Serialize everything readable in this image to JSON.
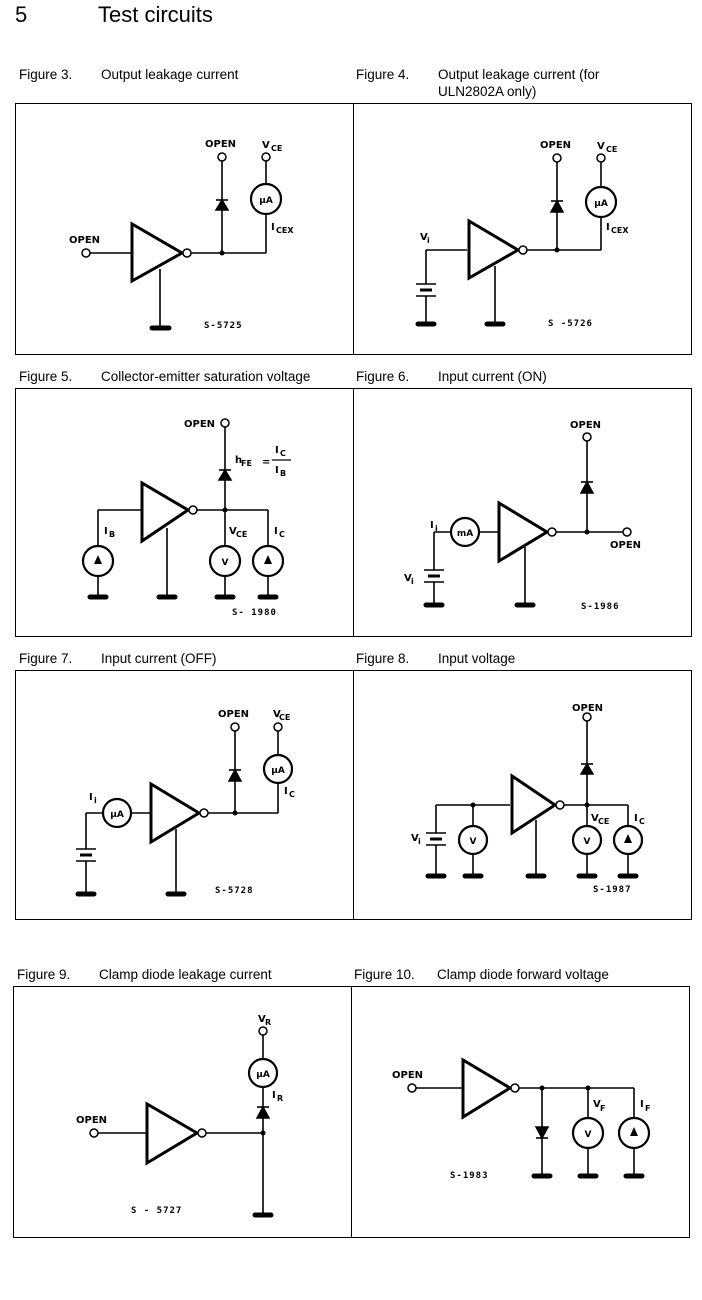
{
  "section": {
    "number": "5",
    "title": "Test circuits"
  },
  "figures": [
    {
      "number": "Figure 3.",
      "title": "Output leakage current",
      "labels": {
        "input": "OPEN",
        "diode_top": "OPEN",
        "supply": "V",
        "supply_sub": "CE",
        "meter": "µA",
        "current": "I",
        "current_sub": "CEX",
        "ref": "S-5725"
      }
    },
    {
      "number": "Figure 4.",
      "title": "Output leakage current (for",
      "title_line2": "ULN2802A only)",
      "labels": {
        "input": "V",
        "input_sub": "i",
        "diode_top": "OPEN",
        "supply": "V",
        "supply_sub": "CE",
        "meter": "µA",
        "current": "I",
        "current_sub": "CEX",
        "ref": "S -5726"
      }
    },
    {
      "number": "Figure 5.",
      "title": "Collector-emitter saturation voltage",
      "labels": {
        "diode_top": "OPEN",
        "hfe": "h",
        "hfe_sub": "FE",
        "eq": "=",
        "num": "I",
        "num_sub": "C",
        "den": "I",
        "den_sub": "B",
        "ib": "I",
        "ib_sub": "B",
        "vce": "V",
        "vce_sub": "CE",
        "ic": "I",
        "ic_sub": "C",
        "voltmeter": "V",
        "ref": "S- 1980"
      }
    },
    {
      "number": "Figure 6.",
      "title": "Input current (ON)",
      "labels": {
        "ii": "I",
        "ii_sub": "i",
        "vi": "V",
        "vi_sub": "i",
        "meter": "mA",
        "diode_top": "OPEN",
        "output": "OPEN",
        "ref": "S-1986"
      }
    },
    {
      "number": "Figure 7.",
      "title": "Input current (OFF)",
      "labels": {
        "ii": "I",
        "ii_sub": "i",
        "meter_in": "µA",
        "diode_top": "OPEN",
        "supply": "V",
        "supply_sub": "CE",
        "meter_out": "µA",
        "ic": "I",
        "ic_sub": "C",
        "ref": "S-5728"
      }
    },
    {
      "number": "Figure 8.",
      "title": "Input voltage",
      "labels": {
        "vi": "V",
        "vi_sub": "i",
        "voltmeter_in": "V",
        "diode_top": "OPEN",
        "vce": "V",
        "vce_sub": "CE",
        "voltmeter_out": "V",
        "ic": "I",
        "ic_sub": "C",
        "ref": "S-1987"
      }
    },
    {
      "number": "Figure 9.",
      "title": "Clamp diode leakage current",
      "labels": {
        "input": "OPEN",
        "vr": "V",
        "vr_sub": "R",
        "meter": "µA",
        "ir": "I",
        "ir_sub": "R",
        "ref": "S - 5727"
      }
    },
    {
      "number": "Figure 10.",
      "title": "Clamp diode forward voltage",
      "labels": {
        "input": "OPEN",
        "vf": "V",
        "vf_sub": "F",
        "voltmeter": "V",
        "if": "I",
        "if_sub": "F",
        "ref": "S-1983"
      }
    }
  ]
}
